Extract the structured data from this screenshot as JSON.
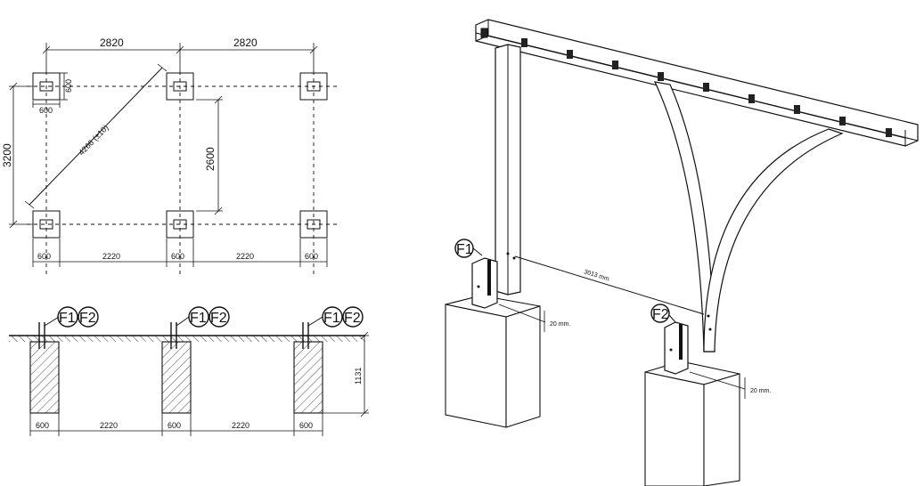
{
  "plan": {
    "top_span_1": "2820",
    "top_span_2": "2820",
    "height_left": "3200",
    "height_inner": "2600",
    "diagonal": "4266 (±10)",
    "post_size_w": "600",
    "post_size_h": "600",
    "bottom_dims": [
      "600",
      "2220",
      "600",
      "2220",
      "600"
    ]
  },
  "section": {
    "labels": [
      "F1",
      "F2"
    ],
    "depth": "1131",
    "bottom_dims": [
      "600",
      "2220",
      "600",
      "2220",
      "600"
    ]
  },
  "iso": {
    "f1": "F1",
    "f2": "F2",
    "distance": "3013 mm",
    "gap_1": "20 mm.",
    "gap_2": "20 mm."
  }
}
